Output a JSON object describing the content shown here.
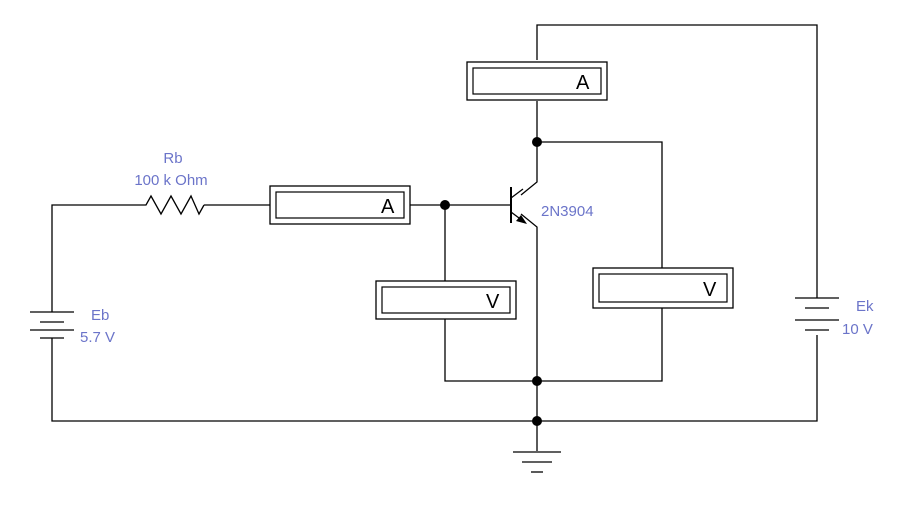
{
  "components": {
    "resistor": {
      "name": "Rb",
      "value": "100 k Ohm"
    },
    "battery_base": {
      "name": "Eb",
      "value": "5.7 V"
    },
    "battery_collector": {
      "name": "Ek",
      "value": "10 V"
    },
    "transistor": {
      "model": "2N3904"
    }
  },
  "meters": {
    "ammeter_base": {
      "unit": "A"
    },
    "ammeter_collector": {
      "unit": "A"
    },
    "voltmeter_base_emitter": {
      "unit": "V"
    },
    "voltmeter_collector_emitter": {
      "unit": "V"
    }
  },
  "colors": {
    "label": "#6b74c9",
    "wire": "#000000",
    "background": "#ffffff"
  }
}
